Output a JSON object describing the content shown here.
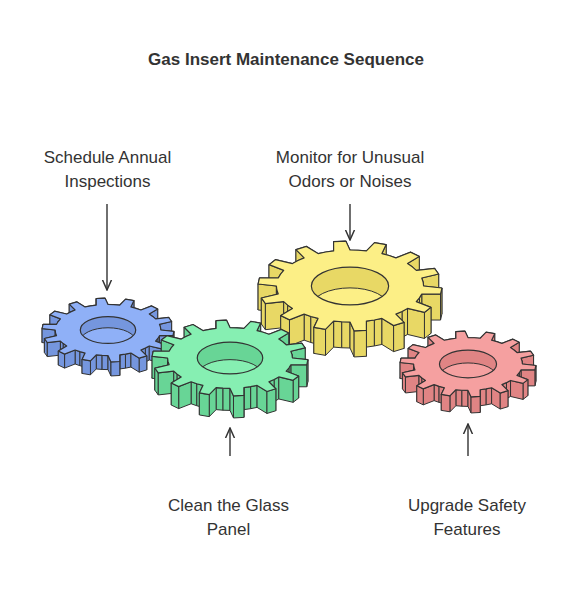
{
  "diagram": {
    "title": "Gas Insert Maintenance Sequence",
    "nodes": [
      {
        "text": [
          "Schedule Annual Inspections"
        ]
      },
      {
        "text": [
          "Clean the Glass Panel"
        ]
      },
      {
        "text": [
          "Monitor for Unusual Odors or Noises"
        ]
      },
      {
        "text": [
          "Upgrade Safety Features"
        ]
      }
    ]
  }
}
